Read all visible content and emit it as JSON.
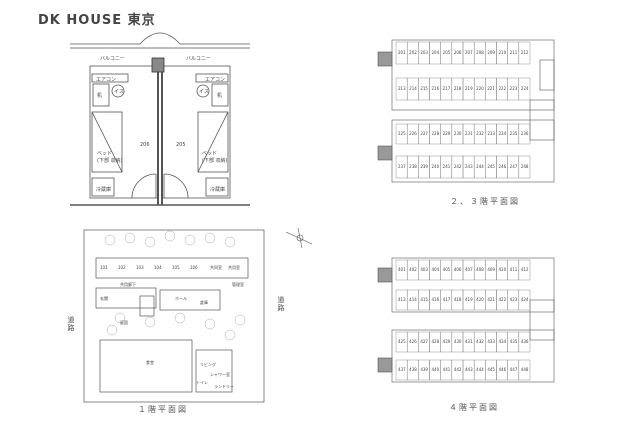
{
  "title": "DK HOUSE 東京",
  "unit_plan": {
    "balcony_labels": [
      "バルコニー",
      "バルコニー"
    ],
    "aircon_labels": [
      "エアコン",
      "エアコン"
    ],
    "fixture_labels": [
      "机",
      "イス",
      "イス",
      "机"
    ],
    "room_numbers": [
      "206",
      "205"
    ],
    "bed_labels": [
      "ベッド\n(下部 収納)",
      "ベッド\n(下部 収納)"
    ],
    "storage_labels": [
      "冷蔵庫",
      "冷蔵庫"
    ]
  },
  "floor_labels": {
    "floor23": "２、３階平面図",
    "floor1": "１階平面図",
    "floor4": "４階平面図"
  },
  "ground_floor": {
    "road_left": "道路",
    "road_right": "道路",
    "room_labels": [
      "101",
      "102",
      "103",
      "104",
      "105",
      "106",
      "共同室",
      "共用室",
      "管理室",
      "共用廊下",
      "ホール",
      "玄関",
      "庭園",
      "倉庫",
      "食堂",
      "リビング",
      "シャワー室",
      "トイレ",
      "ランドリー"
    ]
  },
  "room_numbers_23": [
    "201",
    "202",
    "203",
    "204",
    "205",
    "206",
    "207",
    "208",
    "209",
    "210",
    "211",
    "212",
    "213",
    "214",
    "215",
    "216",
    "217",
    "218",
    "219",
    "220",
    "221",
    "222",
    "223",
    "224",
    "225",
    "226",
    "227",
    "228",
    "229",
    "230",
    "231",
    "232",
    "233",
    "234",
    "235",
    "236",
    "237",
    "238",
    "239",
    "240",
    "241",
    "242",
    "243",
    "244",
    "245",
    "246",
    "247",
    "248"
  ],
  "room_numbers_4": [
    "401",
    "402",
    "403",
    "404",
    "405",
    "406",
    "407",
    "408",
    "409",
    "410",
    "411",
    "412",
    "413",
    "414",
    "415",
    "416",
    "417",
    "418",
    "419",
    "420",
    "421",
    "422",
    "423",
    "424",
    "425",
    "426",
    "427",
    "428",
    "429",
    "430",
    "431",
    "432",
    "433",
    "434",
    "435",
    "436",
    "437",
    "438",
    "439",
    "440",
    "441",
    "442",
    "443",
    "444",
    "445",
    "446",
    "447",
    "448"
  ]
}
